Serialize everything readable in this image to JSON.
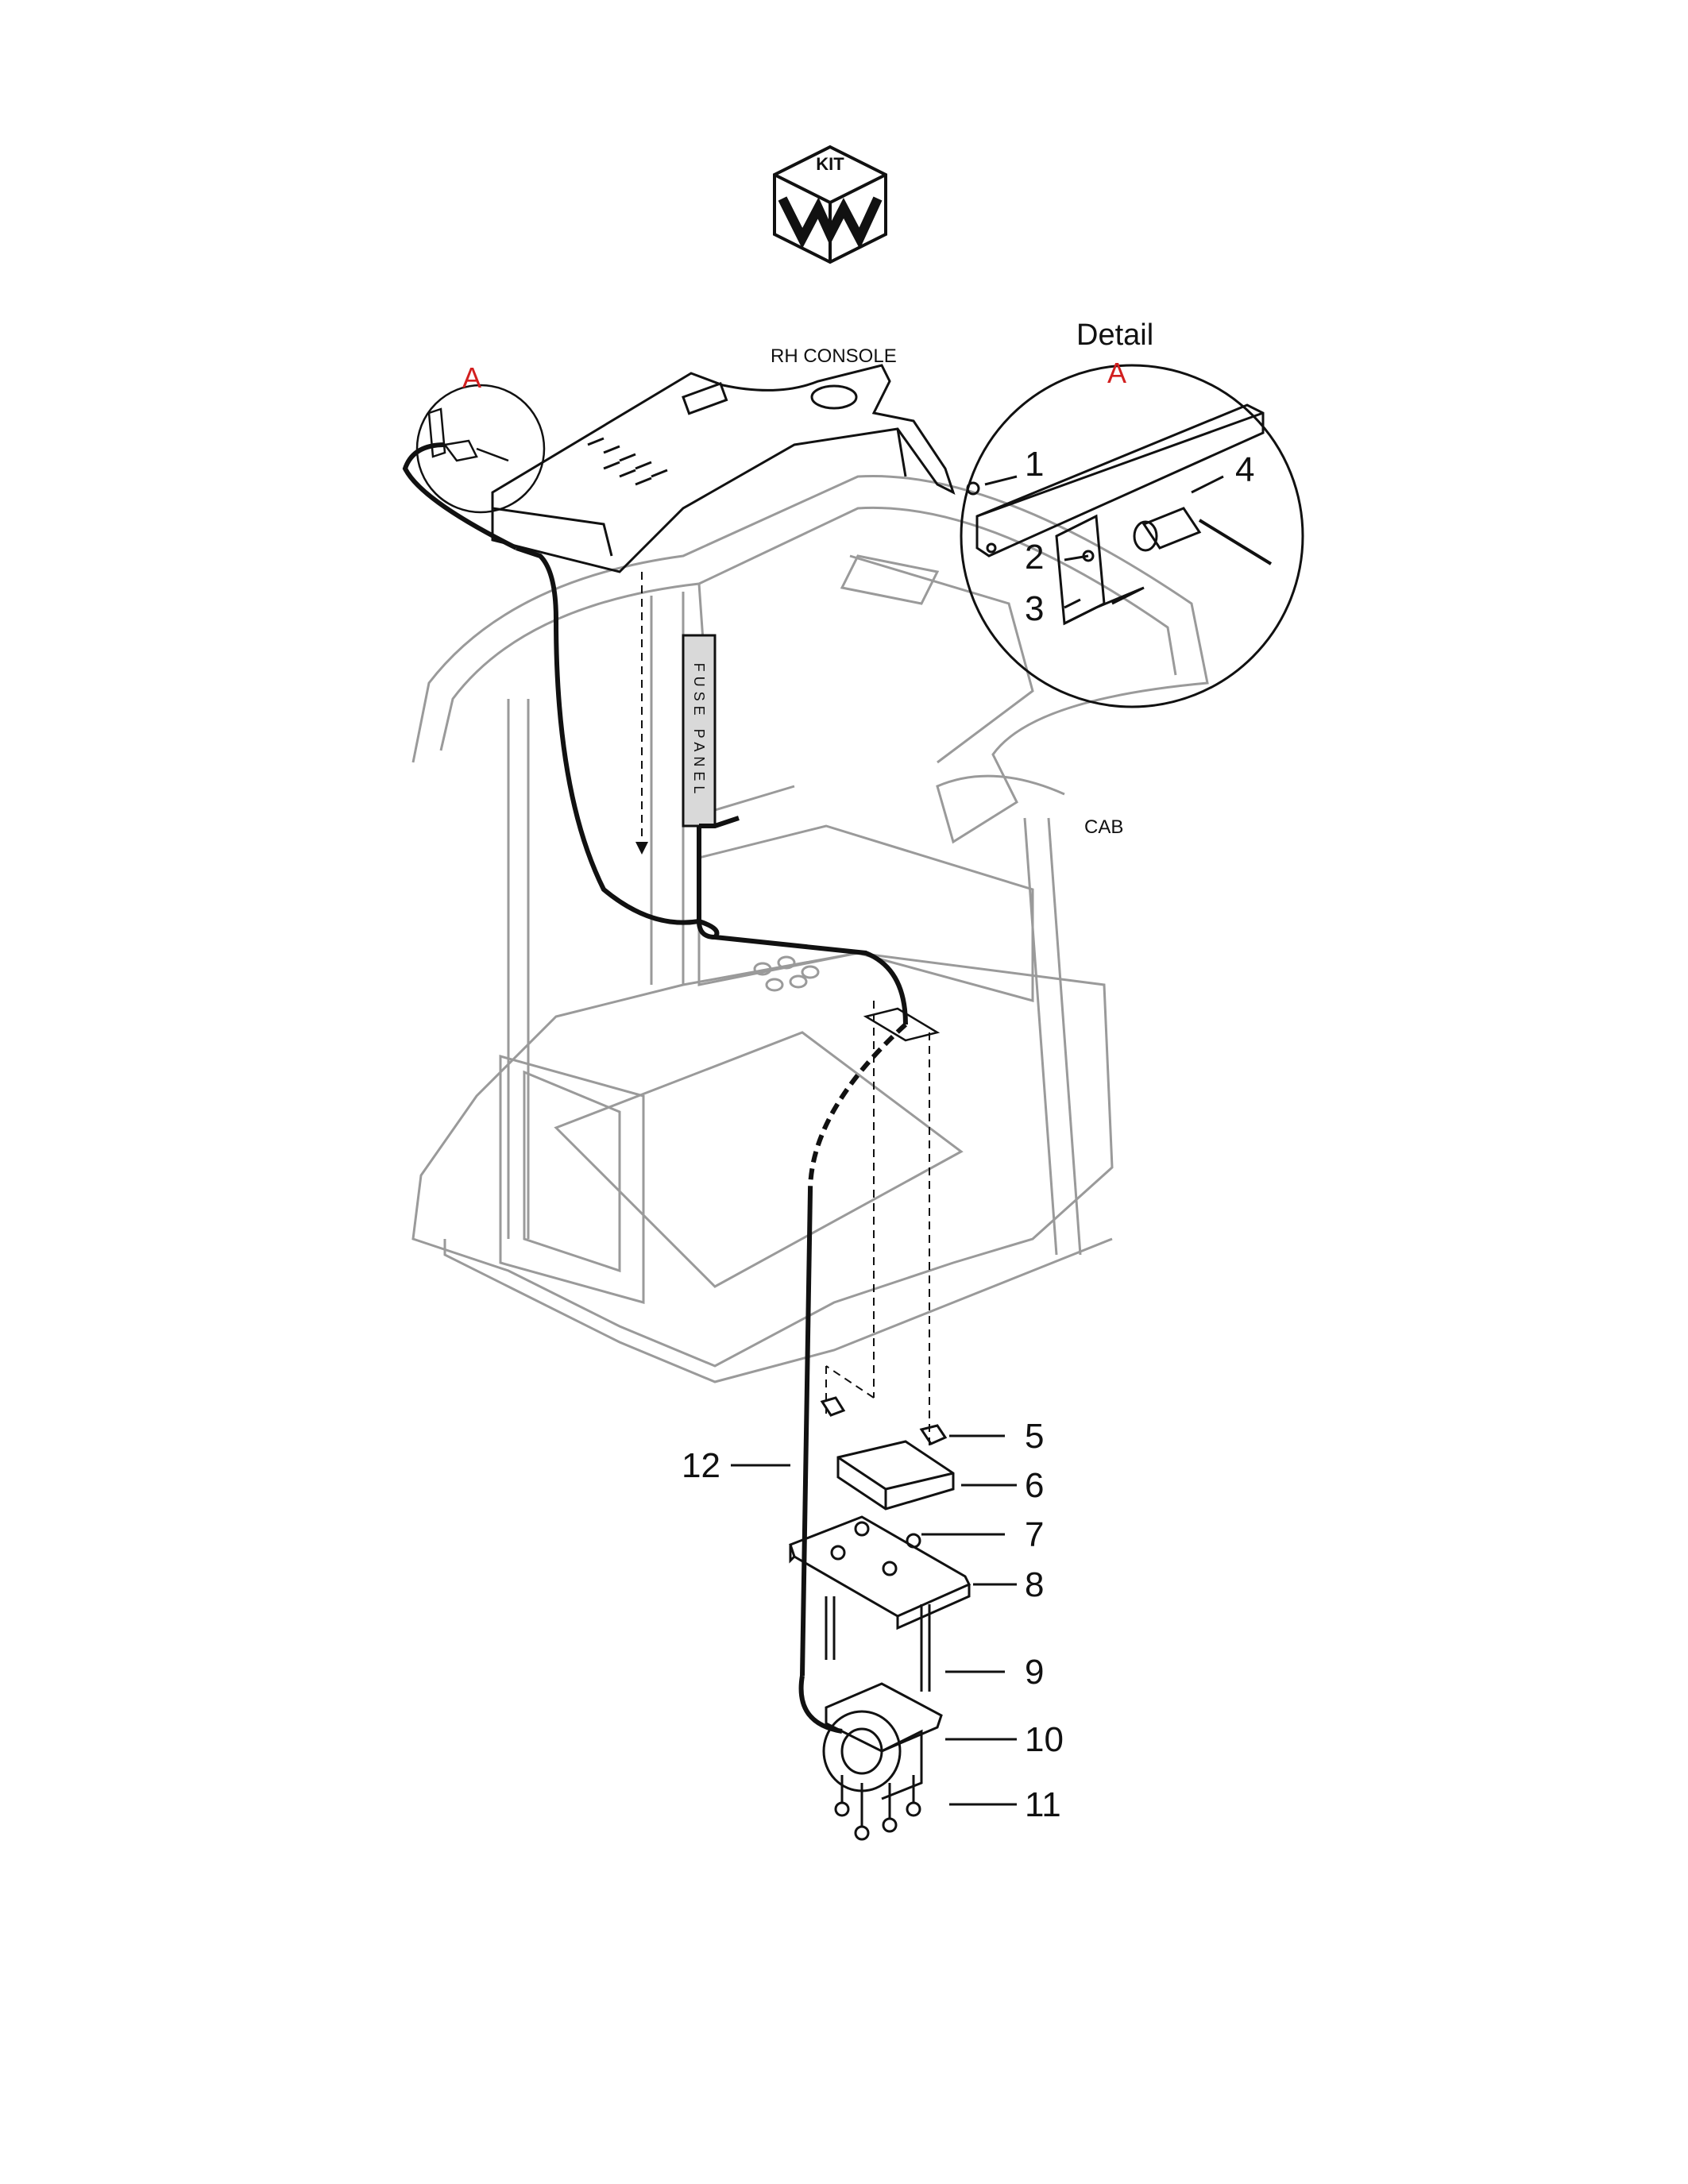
{
  "logo": {
    "text": "KIT"
  },
  "labels": {
    "rh_console": "RH CONSOLE",
    "cab": "CAB",
    "fuse_panel": "FUSE PANEL",
    "detail_title": "Detail",
    "detail_marker": "A",
    "view_marker": "A"
  },
  "callouts": [
    "1",
    "2",
    "3",
    "4",
    "5",
    "6",
    "7",
    "8",
    "9",
    "10",
    "11",
    "12"
  ],
  "colors": {
    "line": "#111111",
    "frame": "#9a9a9a",
    "marker": "#d21f1f"
  }
}
